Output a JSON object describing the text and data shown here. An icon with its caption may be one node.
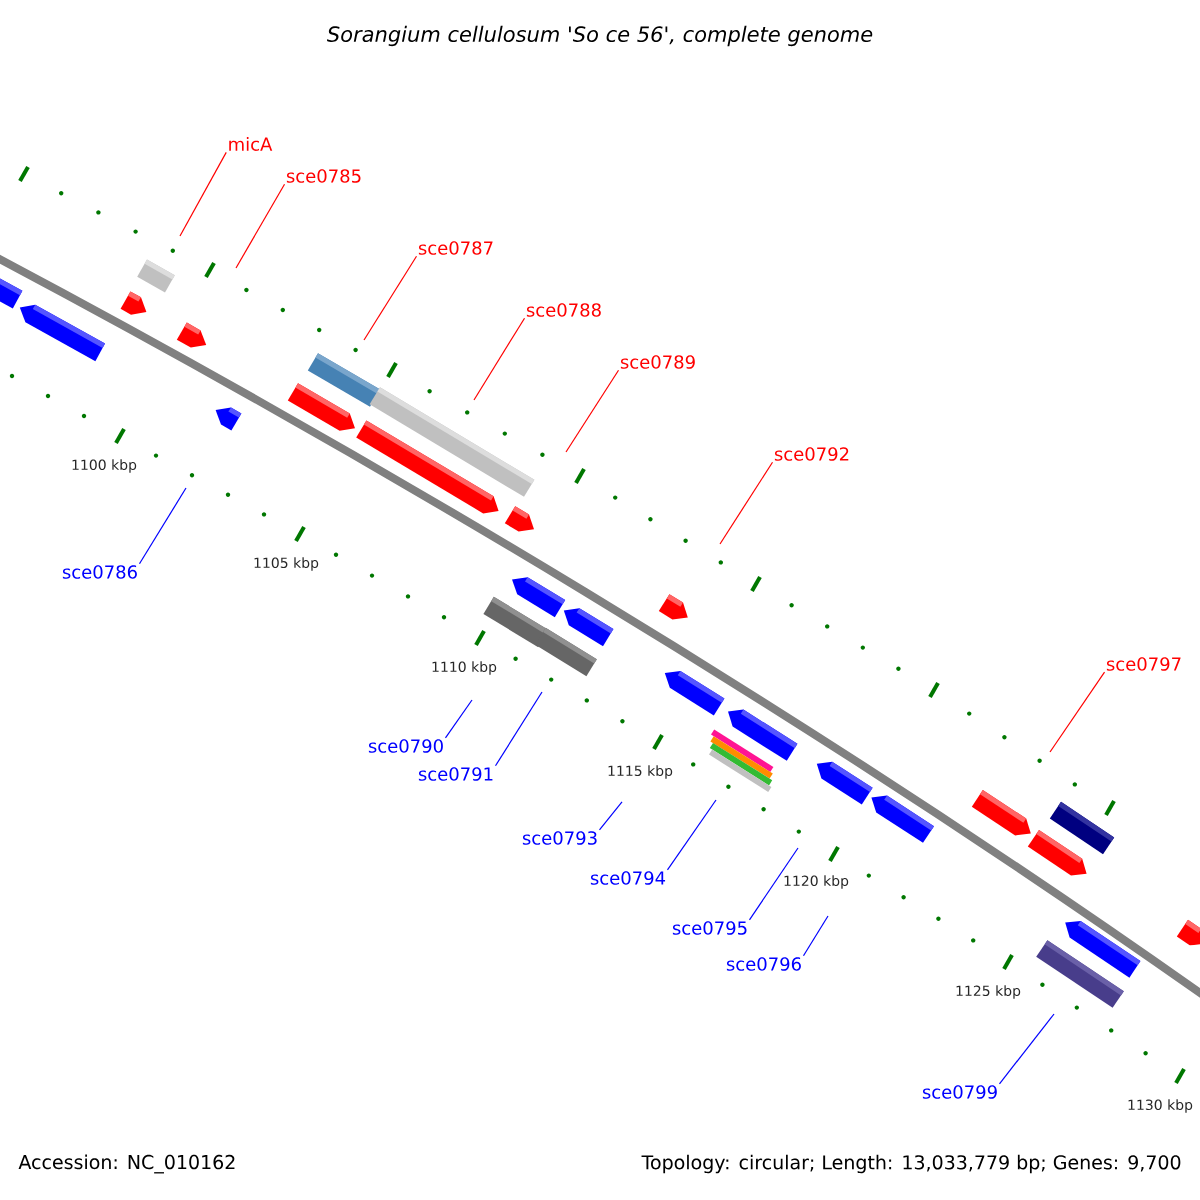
{
  "diagram": {
    "title": "Sorangium cellulosum 'So ce 56', complete genome",
    "nodes": [
      {
        "text": [
          "micA"
        ]
      },
      {
        "text": [
          "sce0785"
        ]
      },
      {
        "text": [
          "sce0787"
        ]
      },
      {
        "text": [
          "sce0788"
        ]
      },
      {
        "text": [
          "sce0789"
        ]
      },
      {
        "text": [
          "sce0792"
        ]
      },
      {
        "text": [
          "sce0797"
        ]
      },
      {
        "text": [
          "sce0786"
        ]
      },
      {
        "text": [
          "sce0790"
        ]
      },
      {
        "text": [
          "sce0791"
        ]
      },
      {
        "text": [
          "sce0793"
        ]
      },
      {
        "text": [
          "sce0794"
        ]
      },
      {
        "text": [
          "sce0795"
        ]
      },
      {
        "text": [
          "sce0796"
        ]
      },
      {
        "text": [
          "sce0799"
        ]
      }
    ],
    "edges": [
      {
        "from": 0,
        "to": null,
        "arrow": "none",
        "color": "#ff0000"
      },
      {
        "from": 1,
        "to": null,
        "arrow": "none",
        "color": "#ff0000"
      },
      {
        "from": 2,
        "to": null,
        "arrow": "none",
        "color": "#ff0000"
      },
      {
        "from": 3,
        "to": null,
        "arrow": "none",
        "color": "#ff0000"
      },
      {
        "from": 4,
        "to": null,
        "arrow": "none",
        "color": "#ff0000"
      },
      {
        "from": 5,
        "to": null,
        "arrow": "none",
        "color": "#ff0000"
      },
      {
        "from": 6,
        "to": null,
        "arrow": "none",
        "color": "#ff0000"
      },
      {
        "from": 7,
        "to": null,
        "arrow": "none"
      },
      {
        "from": 8,
        "to": null,
        "arrow": "none"
      },
      {
        "from": 9,
        "to": null,
        "arrow": "none"
      },
      {
        "from": 10,
        "to": null,
        "arrow": "none"
      },
      {
        "from": 11,
        "to": null,
        "arrow": "none"
      },
      {
        "from": 12,
        "to": null,
        "arrow": "none"
      },
      {
        "from": 13,
        "to": null,
        "arrow": "none"
      },
      {
        "from": 14,
        "to": null,
        "arrow": "none"
      }
    ],
    "labels": [
      "1100 kbp",
      "1105 kbp",
      "1110 kbp",
      "1115 kbp",
      "1120 kbp",
      "1125 kbp",
      "1130 kbp",
      "Accession: NC_010162",
      "Topology: circular; Length: 13,033,779 bp; Genes: 9,700"
    ]
  }
}
